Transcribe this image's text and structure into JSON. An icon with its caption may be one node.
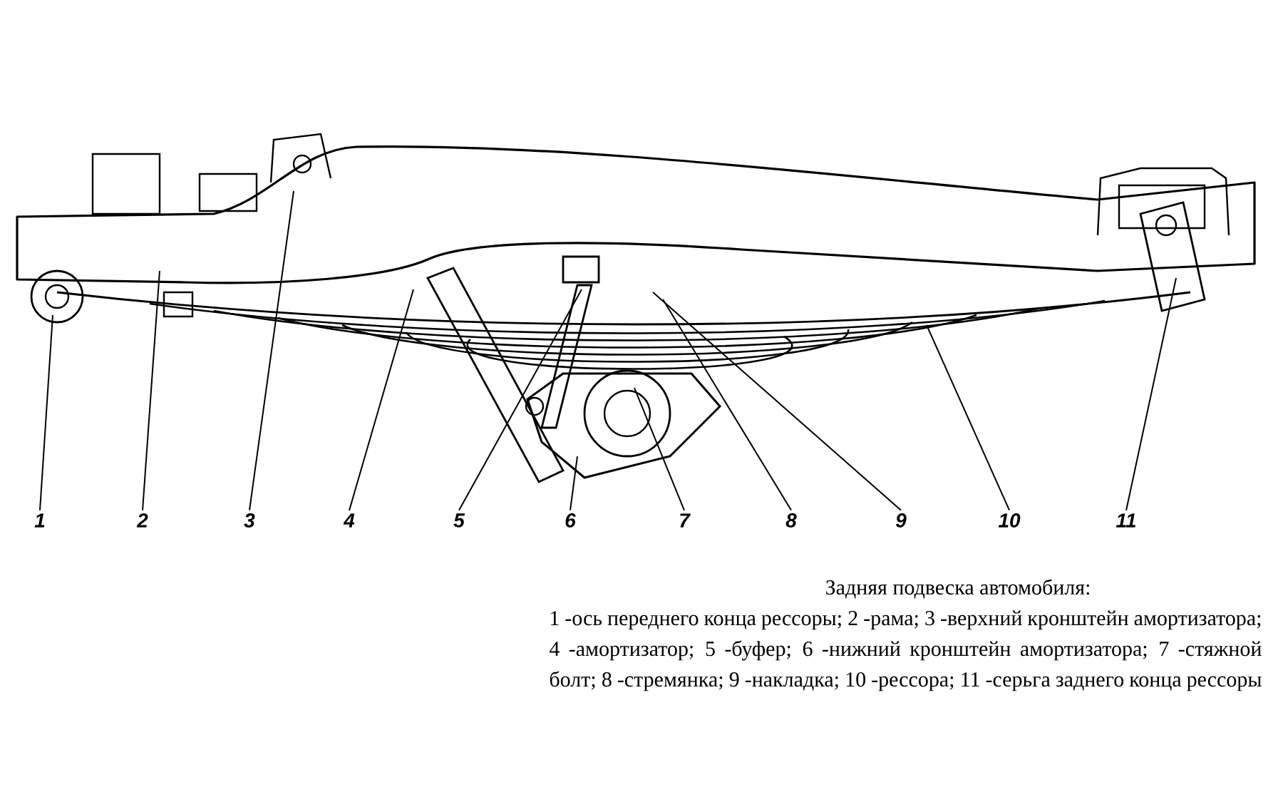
{
  "diagram": {
    "title": "Задняя подвеска автомобиля:",
    "caption": "1 -ось переднего конца рессоры; 2 -рама; 3 -верхний кронштейн амортизатора; 4 -амортизатор; 5 -буфер; 6 -нижний кронштейн амортизатора; 7 -стяжной болт; 8 -стремянка; 9 -накладка; 10 -рессора; 11 -серьга заднего конца рессоры",
    "nodes": [
      {
        "text": [
          "1"
        ]
      },
      {
        "text": [
          "2"
        ]
      },
      {
        "text": [
          "3"
        ]
      },
      {
        "text": [
          "4"
        ]
      },
      {
        "text": [
          "5"
        ]
      },
      {
        "text": [
          "6"
        ]
      },
      {
        "text": [
          "7"
        ]
      },
      {
        "text": [
          "8"
        ]
      },
      {
        "text": [
          "9"
        ]
      },
      {
        "text": [
          "10"
        ]
      },
      {
        "text": [
          "11"
        ]
      }
    ],
    "edges": [
      {
        "from": 0,
        "to": null,
        "arrow": "none"
      },
      {
        "from": 1,
        "to": null,
        "arrow": "none"
      },
      {
        "from": 2,
        "to": null,
        "arrow": "none"
      },
      {
        "from": 3,
        "to": null,
        "arrow": "none"
      },
      {
        "from": 4,
        "to": null,
        "arrow": "none"
      },
      {
        "from": 5,
        "to": null,
        "arrow": "none"
      },
      {
        "from": 6,
        "to": null,
        "arrow": "none"
      },
      {
        "from": 7,
        "to": null,
        "arrow": "none"
      },
      {
        "from": 8,
        "to": null,
        "arrow": "none"
      },
      {
        "from": 9,
        "to": null,
        "arrow": "none"
      },
      {
        "from": 10,
        "to": null,
        "arrow": "none"
      }
    ]
  }
}
